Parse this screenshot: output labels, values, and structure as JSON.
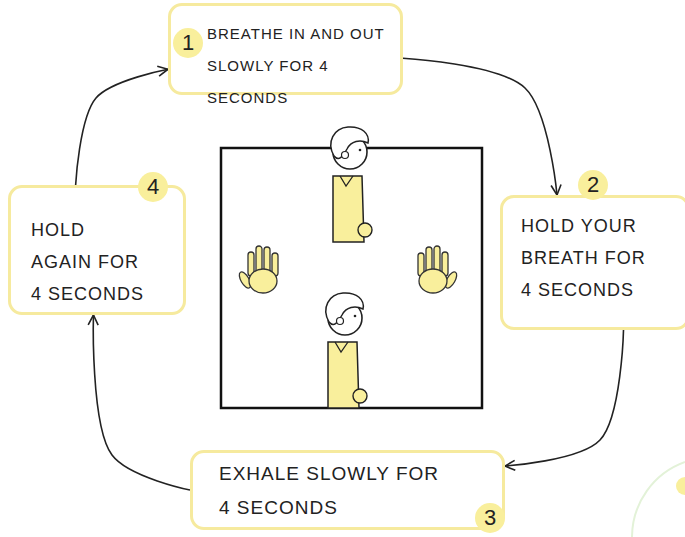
{
  "diagram": {
    "nodes": [
      {
        "text": [
          "1",
          "BREATHE IN AND OUT SLOWLY FOR 4 SECONDS"
        ]
      },
      {
        "text": [
          "4",
          "HOLD AGAIN FOR 4 SECONDS"
        ]
      },
      {
        "text": [
          "2",
          "HOLD YOUR BREATH FOR 4 SECONDS"
        ]
      },
      {
        "text": [
          "EXHALE SLOWLY FOR 4 SECONDS",
          "3"
        ]
      }
    ],
    "edges": [
      {
        "from": 0,
        "to": 2,
        "arrow": "to"
      },
      {
        "from": 2,
        "to": 3,
        "arrow": "to"
      },
      {
        "from": 3,
        "to": 1,
        "arrow": "to"
      },
      {
        "from": 1,
        "to": 0,
        "arrow": "to"
      }
    ]
  }
}
